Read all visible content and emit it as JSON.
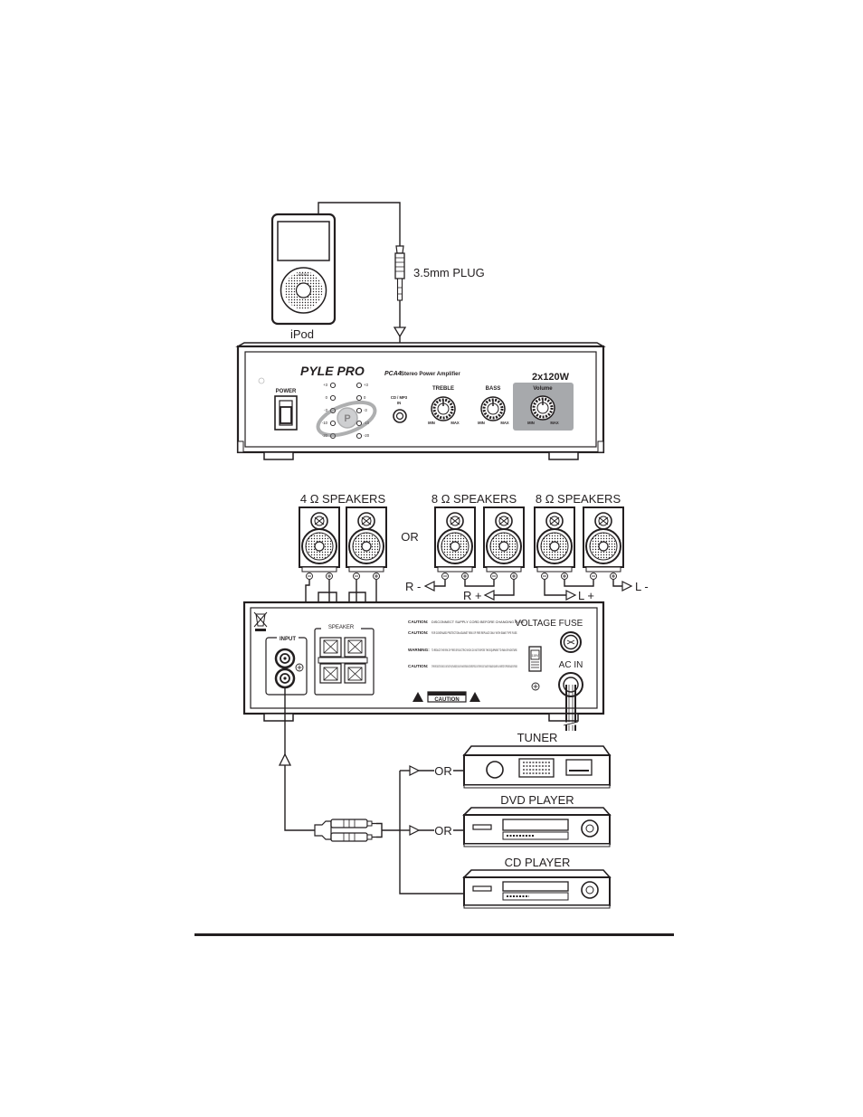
{
  "device": {
    "ipod_label": "iPod",
    "plug_label": "3.5mm PLUG"
  },
  "front_panel": {
    "brand": "PYLE PRO",
    "model": "PCA4",
    "description": "Stereo Power Amplifier",
    "power_rating": "2x120W",
    "power_label": "POWER",
    "aux_label_line1": "CD / MP3",
    "aux_label_line2": "IN",
    "treble_label": "TREBLE",
    "bass_label": "BASS",
    "volume_label": "Volume",
    "min_label": "MIN",
    "max_label": "MAX",
    "meter_left": [
      "+3",
      "0",
      "-3",
      "-10",
      "-20"
    ],
    "meter_right": [
      "+3",
      "0",
      "-3",
      "-10",
      "-20"
    ]
  },
  "speakers": {
    "group1_label": "4 Ω SPEAKERS",
    "group2_label": "8 Ω SPEAKERS",
    "group3_label": "8 Ω SPEAKERS",
    "or_label": "OR",
    "r_minus": "R -",
    "r_plus": "R +",
    "l_plus": "L +",
    "l_minus": "L -"
  },
  "rear_panel": {
    "input_label": "INPUT",
    "speaker_label": "SPEAKER",
    "voltage_label": "VOLTAGE",
    "fuse_label": "FUSE",
    "ac_in_label": "AC IN",
    "caution_badge": "CAUTION",
    "voltage_switch": "115V",
    "warnings": [
      {
        "title": "CAUTION:",
        "text": "DISCONNECT SUPPLY CORD BEFORE CHANGING FUSE."
      },
      {
        "title": "CAUTION:",
        "text": "FOR CONTINUED PROTECTION AGAINST RISK OF FIRE REPLACE ONLY WITH SAME TYPE FUSE."
      },
      {
        "title": "WARNING:",
        "text": "TO REDUCE THE RISK OF FIRE OR ELECTRIC SHOCK DO NOT EXPOSE THIS EQUIPMENT TO RAIN OR MOISTURE."
      },
      {
        "title": "CAUTION:",
        "text": "TO PREVENT ELECTRIC SHOCK DO NOT USE THIS (POLARIZED) PLUG WITH AN EXTENSION CORD RECEPTACLE OR OTHER OUTLET UNLESS THE BLADES CAN BE FULLY INSERTED TO PREVENT BLADE EXPOSURE."
      }
    ]
  },
  "sources": {
    "tuner_label": "TUNER",
    "dvd_label": "DVD PLAYER",
    "cd_label": "CD PLAYER",
    "or_label": "OR"
  }
}
